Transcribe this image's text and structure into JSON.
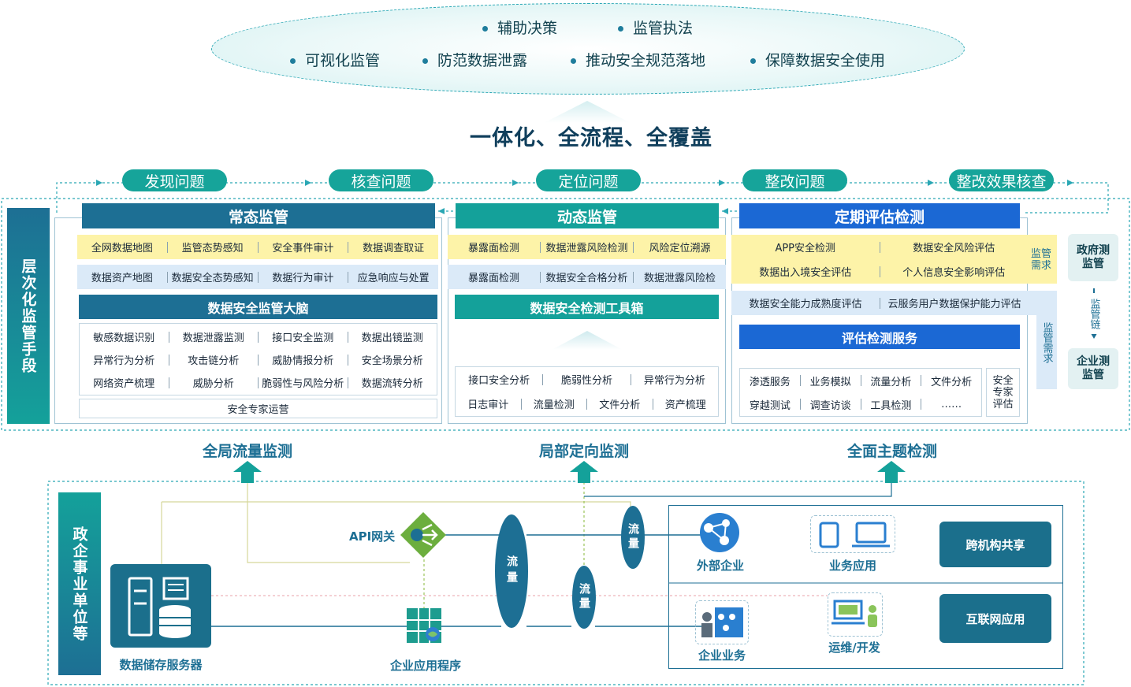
{
  "goals": {
    "row1": [
      "辅助决策",
      "监管执法"
    ],
    "row2": [
      "可视化监管",
      "防范数据泄露",
      "推动安全规范落地",
      "保障数据安全使用"
    ]
  },
  "tagline": "一体化、全流程、全覆盖",
  "process_steps": [
    "发现问题",
    "核查问题",
    "定位问题",
    "整改问题",
    "整改效果核查"
  ],
  "left_label": "层次化监管手段",
  "routine": {
    "title": "常态监管",
    "row_yellow": [
      "全网数据地图",
      "监管态势感知",
      "安全事件审计",
      "数据调查取证"
    ],
    "row_blue": [
      "数据资产地图",
      "数据安全态势感知",
      "数据行为审计",
      "应急响应与处置"
    ],
    "brain_title": "数据安全监管大脑",
    "brain_items": [
      [
        "敏感数据识别",
        "数据泄露监测",
        "接口安全监测",
        "数据出镜监测"
      ],
      [
        "异常行为分析",
        "攻击链分析",
        "威胁情报分析",
        "安全场景分析"
      ],
      [
        "网络资产梳理",
        "威胁分析",
        "脆弱性与风险分析",
        "数据流转分析"
      ]
    ],
    "expert": "安全专家运营"
  },
  "dynamic": {
    "title": "动态监管",
    "row_yellow": [
      "暴露面检测",
      "数据泄露风险检测",
      "风险定位溯源"
    ],
    "row_blue": [
      "暴露面检测",
      "数据安全合格分析",
      "数据泄露风险检"
    ],
    "toolbox_title": "数据安全检测工具箱",
    "toolbox_items": [
      [
        "接口安全分析",
        "脆弱性分析",
        "异常行为分析"
      ],
      [
        "日志审计",
        "流量检测",
        "文件分析",
        "资产梳理"
      ]
    ]
  },
  "periodic": {
    "title": "定期评估检测",
    "row_yellow_1": [
      "APP安全检测",
      "数据安全风险评估"
    ],
    "row_yellow_2": [
      "数据出入境安全评估",
      "个人信息安全影响评估"
    ],
    "row_blue": [
      "数据安全能力成熟度评估",
      "云服务用户数据保护能力评估"
    ],
    "service_title": "评估检测服务",
    "service_items": [
      [
        "渗透服务",
        "业务模拟",
        "流量分析",
        "文件分析"
      ],
      [
        "穿越测试",
        "调查访谈",
        "工具检测",
        "……"
      ]
    ],
    "expert": "安全专家评估",
    "demand_yellow": "监管需求",
    "demand_blue": "监管需求",
    "chain": "监管链",
    "gov_box": "政府测监管",
    "ent_box": "企业测监管"
  },
  "monitor_titles": [
    "全局流量监测",
    "局部定向监测",
    "全面主题检测"
  ],
  "bottom": {
    "left_label": "政企事业单位等",
    "api_gateway": "API网关",
    "flow": "流量",
    "storage": "数据储存服务器",
    "enterprise_app": "企业应用程序",
    "external_enterprise": "外部企业",
    "business_app": "业务应用",
    "enterprise_business": "企业业务",
    "ops_dev": "运维/开发",
    "cross_org": "跨机构共享",
    "internet_app": "互联网应用"
  },
  "colors": {
    "teal": "#14a19a",
    "dark_blue": "#1d6f94",
    "blue": "#1b68d4",
    "yellow": "#fdf3a8",
    "light_blue": "#dbeaf8"
  }
}
